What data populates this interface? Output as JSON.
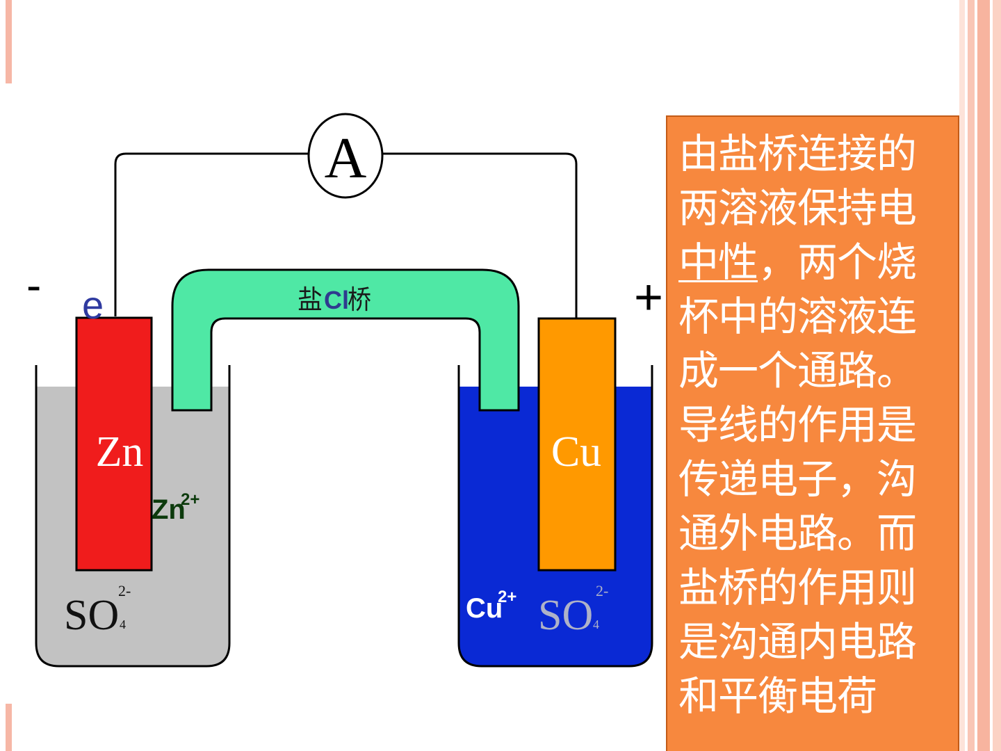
{
  "diagram": {
    "ammeter_label": "A",
    "negative_sign": "-",
    "positive_sign": "+",
    "electron_label": "e",
    "salt_bridge_label": "盐",
    "salt_bridge_cl": "Cl",
    "salt_bridge_label2": "桥",
    "zn_electrode_label": "Zn",
    "zn_ion": "Zn",
    "zn_ion_charge": "2+",
    "left_sulfate": "SO",
    "left_sulfate_sub": "4",
    "left_sulfate_charge": "2-",
    "cu_electrode_label": "Cu",
    "cu_ion": "Cu",
    "cu_ion_charge": "2+",
    "right_sulfate": "SO",
    "right_sulfate_sub": "4",
    "right_sulfate_charge": "2-"
  },
  "colors": {
    "zn_electrode": "#f01c1c",
    "cu_electrode": "#ff9900",
    "salt_bridge": "#4fe8a5",
    "left_solution": "#c2c2c2",
    "right_solution": "#0a29d4",
    "text_box": "#f7883e",
    "accent_stripe": "#f6b7a6"
  },
  "textbox": {
    "underlined": "中性",
    "before": "由盐桥连接的两溶液保持电",
    "after": "，两个烧杯中的溶液连成一个通路。导线的作用是传递电子，沟通外电路。而盐桥的作用则是沟通内电路和平衡电荷",
    "trailing": "。"
  }
}
